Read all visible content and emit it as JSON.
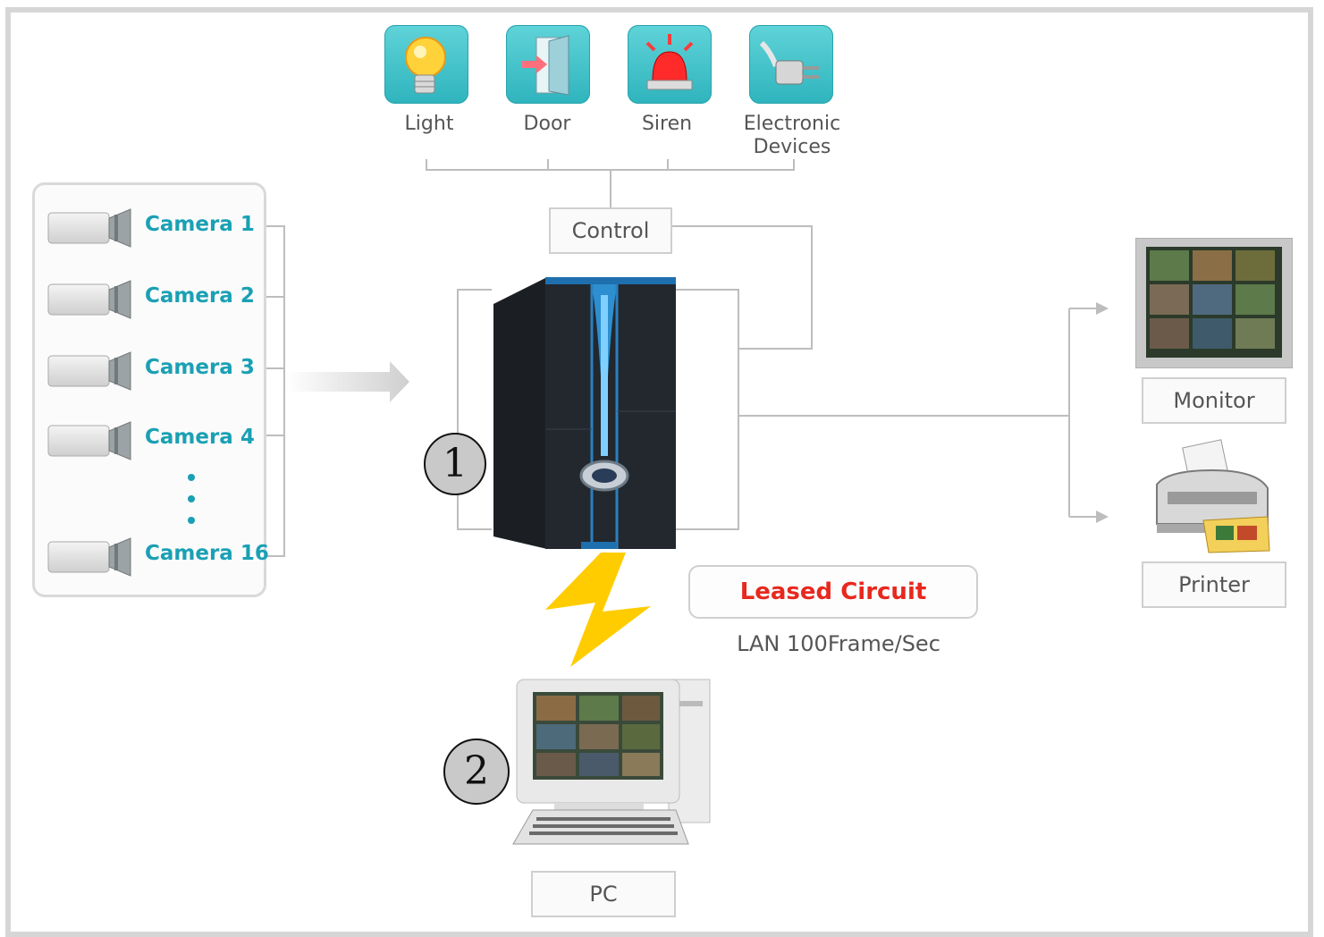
{
  "devices": [
    {
      "label": "Light",
      "icon": "light-bulb-icon"
    },
    {
      "label": "Door",
      "icon": "door-icon"
    },
    {
      "label": "Siren",
      "icon": "siren-icon"
    },
    {
      "label": "Electronic Devices",
      "icon": "power-plug-icon",
      "label_line1": "Electronic",
      "label_line2": "Devices"
    }
  ],
  "control_label": "Control",
  "cameras": [
    {
      "label": "Camera 1"
    },
    {
      "label": "Camera 2"
    },
    {
      "label": "Camera 3"
    },
    {
      "label": "Camera 4"
    },
    {
      "label": "Camera 16"
    }
  ],
  "server": {
    "badge": "1",
    "icon": "dvr-server-tower-icon"
  },
  "pc": {
    "badge": "2",
    "label": "PC",
    "icon": "desktop-pc-icon"
  },
  "outputs": [
    {
      "label": "Monitor",
      "icon": "monitor-icon"
    },
    {
      "label": "Printer",
      "icon": "printer-icon"
    }
  ],
  "link": {
    "label": "Leased Circuit",
    "detail": "LAN 100Frame/Sec",
    "icon": "lightning-bolt-icon"
  },
  "colors": {
    "teal": "#2fb4bd",
    "camera_text": "#1aa0b4",
    "leased_red": "#e8281e",
    "bolt": "#ffcc00",
    "server_blue": "#1e6fae"
  }
}
